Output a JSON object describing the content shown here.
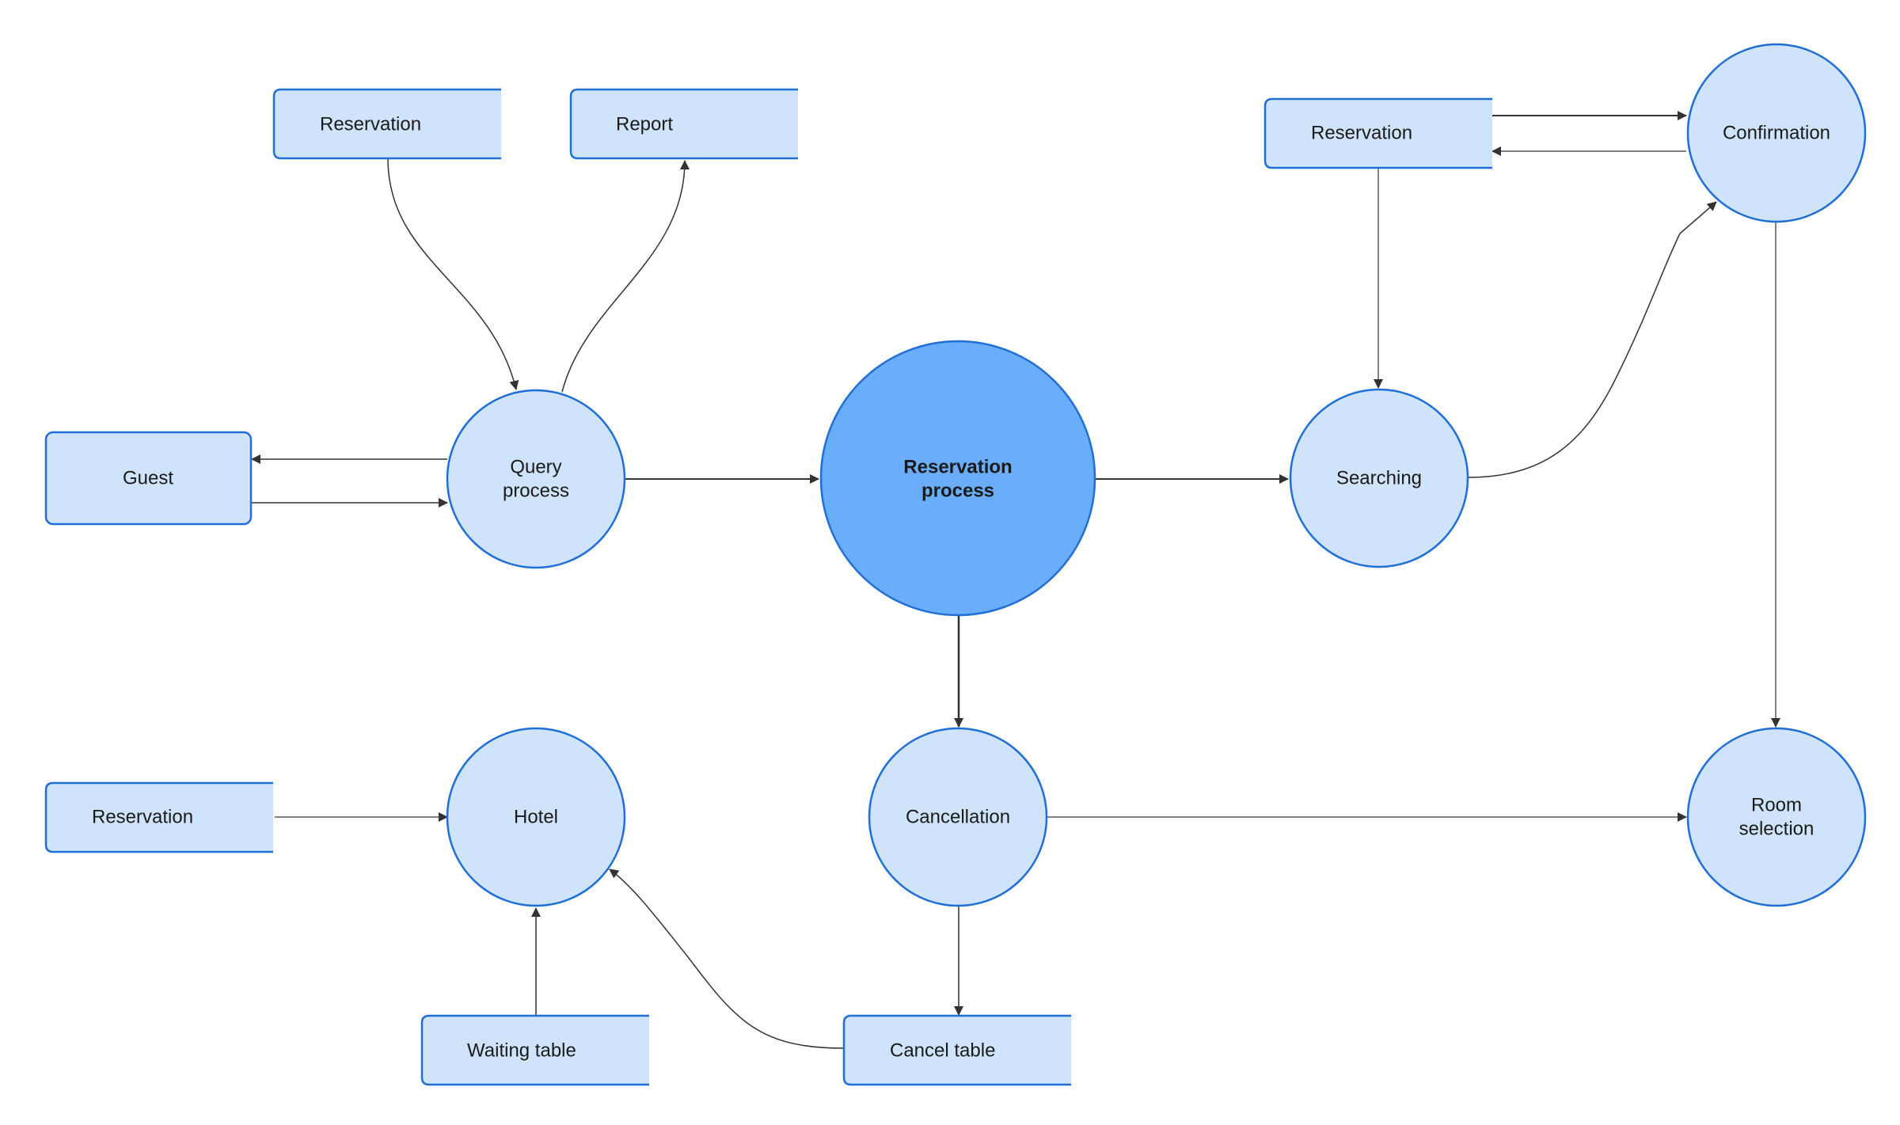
{
  "colors": {
    "node_fill": "#cfe3fb",
    "node_stroke": "#1f6fd6",
    "center_fill": "#6aaefb",
    "edge": "#333333"
  },
  "nodes": {
    "reservation_top_left": "Reservation",
    "report": "Report",
    "guest": "Guest",
    "query_process": [
      "Query",
      "process"
    ],
    "reservation_process": [
      "Reservation",
      "process"
    ],
    "reservation_top_right": "Reservation",
    "confirmation": "Confirmation",
    "searching": "Searching",
    "reservation_bottom_left": "Reservation",
    "hotel": "Hotel",
    "cancellation": "Cancellation",
    "room_selection": [
      "Room",
      "selection"
    ],
    "waiting_table": "Waiting table",
    "cancel_table": "Cancel table"
  }
}
